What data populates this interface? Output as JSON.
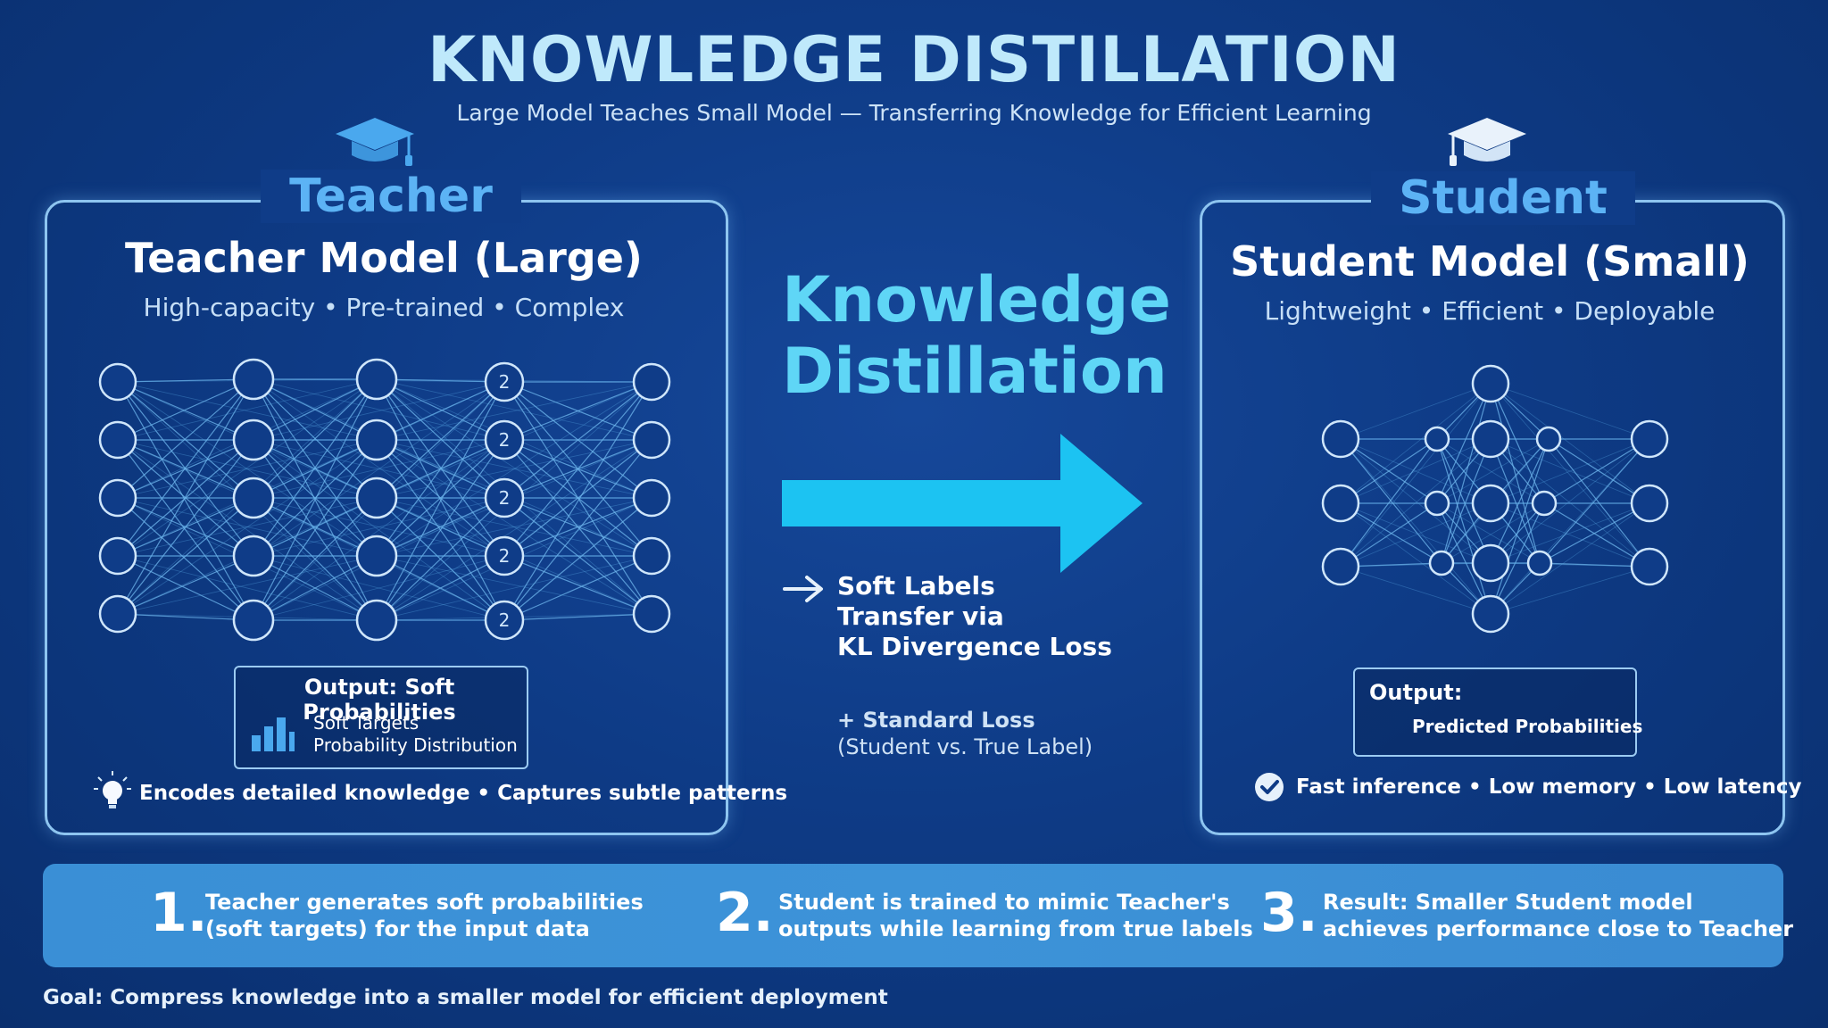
{
  "header": {
    "title": "KNOWLEDGE DISTILLATION",
    "subtitle": "Large Model Teaches Small Model — Transferring Knowledge for Efficient Learning"
  },
  "teacher": {
    "label": "Teacher",
    "model_title": "Teacher Model (Large)",
    "model_sub": "High-capacity • Pre-trained • Complex",
    "node_badge": "2",
    "output_title": "Output: Soft Probabilities",
    "output_line1": "Soft Targets",
    "output_line2": "Probability Distribution",
    "feature": "Encodes detailed knowledge • Captures subtle patterns",
    "icons": [
      "graduation-cap-icon",
      "bar-chart-icon",
      "lightbulb-icon"
    ]
  },
  "middle": {
    "title_line1": "Knowledge",
    "title_line2": "Distillation",
    "transfer_line1": "Soft Labels",
    "transfer_line2": "Transfer via",
    "transfer_line3": "KL Divergence Loss",
    "std_line1": "+ Standard Loss",
    "std_line2": "(Student vs. True Label)",
    "icons": [
      "big-arrow-right-icon",
      "small-arrow-right-icon"
    ]
  },
  "student": {
    "label": "Student",
    "model_title": "Student Model (Small)",
    "model_sub": "Lightweight • Efficient • Deployable",
    "output_title": "Output:",
    "output_line1": "Predicted Probabilities",
    "feature": "Fast inference • Low memory • Low latency",
    "icons": [
      "graduation-cap-icon",
      "check-circle-icon"
    ]
  },
  "steps": [
    {
      "num": "1.",
      "line1": "Teacher generates soft probabilities",
      "line2": "(soft targets) for the input data"
    },
    {
      "num": "2.",
      "line1": "Student is trained to mimic Teacher's",
      "line2": "outputs while learning from true labels"
    },
    {
      "num": "3.",
      "line1": "Result: Smaller Student model",
      "line2": "achieves performance close to Teacher"
    }
  ],
  "goal": "Goal: Compress knowledge into a smaller model for efficient deployment",
  "colors": {
    "background": "#0e3b86",
    "accent_cyan": "#1cc3f2",
    "label_blue": "#5cb3f5",
    "panel_border": "#8ec5f0",
    "steps_bar": "#3a8fd6"
  }
}
